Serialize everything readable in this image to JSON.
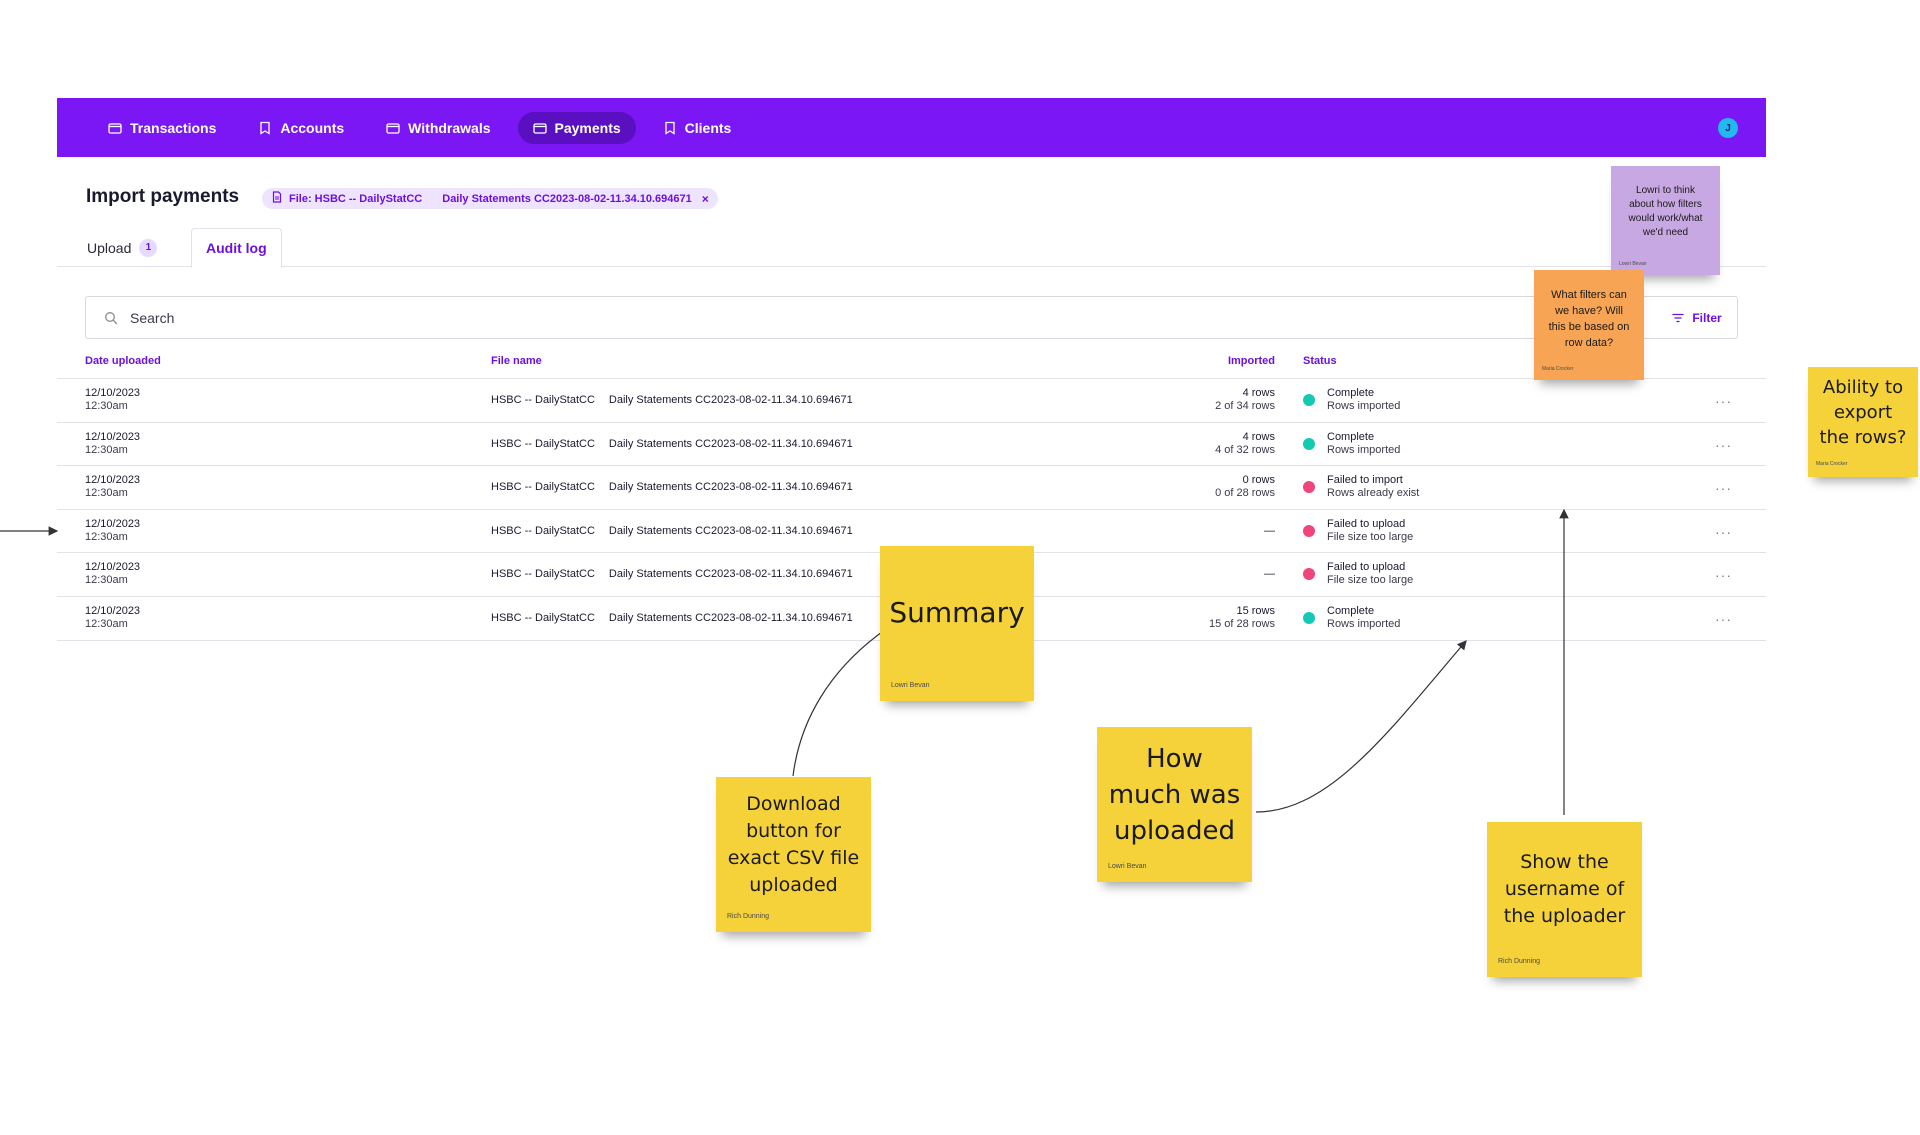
{
  "nav": {
    "items": [
      {
        "label": "Transactions",
        "icon": "wallet-icon"
      },
      {
        "label": "Accounts",
        "icon": "bookmark-icon"
      },
      {
        "label": "Withdrawals",
        "icon": "wallet-icon"
      },
      {
        "label": "Payments",
        "icon": "wallet-icon",
        "active": true
      },
      {
        "label": "Clients",
        "icon": "bookmark-icon"
      }
    ],
    "avatar_initial": "J",
    "colors": {
      "bar": "#7b17f5",
      "active": "#5a0fc0",
      "avatar": "#22b8f0"
    }
  },
  "page": {
    "title": "Import payments",
    "file_chip": {
      "prefix": "File: HSBC -- DailyStatCC",
      "name": "Daily Statements CC2023-08-02-11.34.10.694671",
      "close": "×"
    }
  },
  "tabs": {
    "upload": {
      "label": "Upload",
      "badge": "1"
    },
    "audit": {
      "label": "Audit log"
    }
  },
  "search": {
    "placeholder": "Search"
  },
  "filter": {
    "label": "Filter"
  },
  "table": {
    "columns": {
      "date": "Date uploaded",
      "file": "File name",
      "imported": "Imported",
      "status": "Status"
    },
    "rows": [
      {
        "date": "12/10/2023",
        "time": "12:30am",
        "source": "HSBC -- DailyStatCC",
        "file": "Daily Statements CC2023-08-02-11.34.10.694671",
        "imported": "4 rows",
        "imported_sub": "2 of 34 rows",
        "status": "Complete",
        "status_sub": "Rows imported",
        "status_color": "#14c9b4"
      },
      {
        "date": "12/10/2023",
        "time": "12:30am",
        "source": "HSBC -- DailyStatCC",
        "file": "Daily Statements CC2023-08-02-11.34.10.694671",
        "imported": "4 rows",
        "imported_sub": "4 of 32 rows",
        "status": "Complete",
        "status_sub": "Rows imported",
        "status_color": "#14c9b4"
      },
      {
        "date": "12/10/2023",
        "time": "12:30am",
        "source": "HSBC -- DailyStatCC",
        "file": "Daily Statements CC2023-08-02-11.34.10.694671",
        "imported": "0 rows",
        "imported_sub": "0 of 28 rows",
        "status": "Failed to import",
        "status_sub": "Rows already exist",
        "status_color": "#f0457a"
      },
      {
        "date": "12/10/2023",
        "time": "12:30am",
        "source": "HSBC -- DailyStatCC",
        "file": "Daily Statements CC2023-08-02-11.34.10.694671",
        "imported": "—",
        "imported_sub": "",
        "status": "Failed to upload",
        "status_sub": "File size too large",
        "status_color": "#f0457a"
      },
      {
        "date": "12/10/2023",
        "time": "12:30am",
        "source": "HSBC -- DailyStatCC",
        "file": "Daily Statements CC2023-08-02-11.34.10.694671",
        "imported": "—",
        "imported_sub": "",
        "status": "Failed to upload",
        "status_sub": "File size too large",
        "status_color": "#f0457a"
      },
      {
        "date": "12/10/2023",
        "time": "12:30am",
        "source": "HSBC -- DailyStatCC",
        "file": "Daily Statements CC2023-08-02-11.34.10.694671",
        "imported": "15 rows",
        "imported_sub": "15 of 28 rows",
        "status": "Complete",
        "status_sub": "Rows imported",
        "status_color": "#14c9b4"
      }
    ],
    "more": "···"
  },
  "notes": {
    "summary": {
      "text": "Summary",
      "author": "Lowri Bevan"
    },
    "download": {
      "text": "Download\nbutton for\nexact CSV file\nuploaded",
      "author": "Rich Dunning"
    },
    "how_much": {
      "text": "How\nmuch was\nuploaded",
      "author": "Lowri Bevan"
    },
    "username": {
      "text": "Show the\nusername of\nthe uploader",
      "author": "Rich Dunning"
    },
    "export": {
      "text": "Ability to\nexport\nthe rows?",
      "author": "Maria Crocker"
    },
    "filters": {
      "text": "What filters can\nwe have? Will\nthis be based on\nrow data?",
      "author": "Maria Crocker"
    },
    "lowri_filters": {
      "text": "Lowri to think\nabout how filters\nwould work/what\nwe'd need",
      "author": "Lowri Bevan"
    }
  }
}
